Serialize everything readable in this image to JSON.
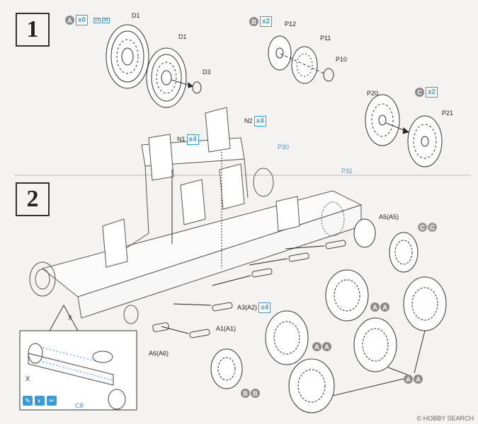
{
  "steps": {
    "one": "1",
    "two": "2"
  },
  "step1": {
    "badge_a": {
      "letter": "A",
      "count": "x0",
      "mini": "13",
      "mini2": "33"
    },
    "badge_b": {
      "letter": "B",
      "count": "x2"
    },
    "badge_c": {
      "letter": "C",
      "count": "x2"
    },
    "parts": {
      "d1a": "D1",
      "d1b": "D1",
      "d3": "D3",
      "p12": "P12",
      "p11": "P11",
      "p10": "P10",
      "p20": "P20",
      "p21": "P21"
    }
  },
  "step2": {
    "n1": "N1",
    "n1_count": "x4",
    "n2": "N2",
    "n2_count": "x4",
    "p30": "P30",
    "p31": "P31",
    "a5": "A5(A5)",
    "a3": "A3(A2)",
    "a3_count": "x4",
    "a1": "A1(A1)",
    "a6": "A6(A6)",
    "x_main": "X",
    "x_inset": "X",
    "c8": "C8",
    "callouts": {
      "cc": {
        "l": "C",
        "r": "C"
      },
      "aa1": {
        "l": "A",
        "r": "A"
      },
      "aa2": {
        "l": "A",
        "r": "A"
      },
      "aa3": {
        "l": "A",
        "r": "A"
      },
      "bb": {
        "l": "B",
        "r": "B"
      }
    }
  },
  "icons": [
    "glue-icon",
    "paint-icon",
    "fit-icon"
  ],
  "watermark": "© HOBBY SEARCH"
}
